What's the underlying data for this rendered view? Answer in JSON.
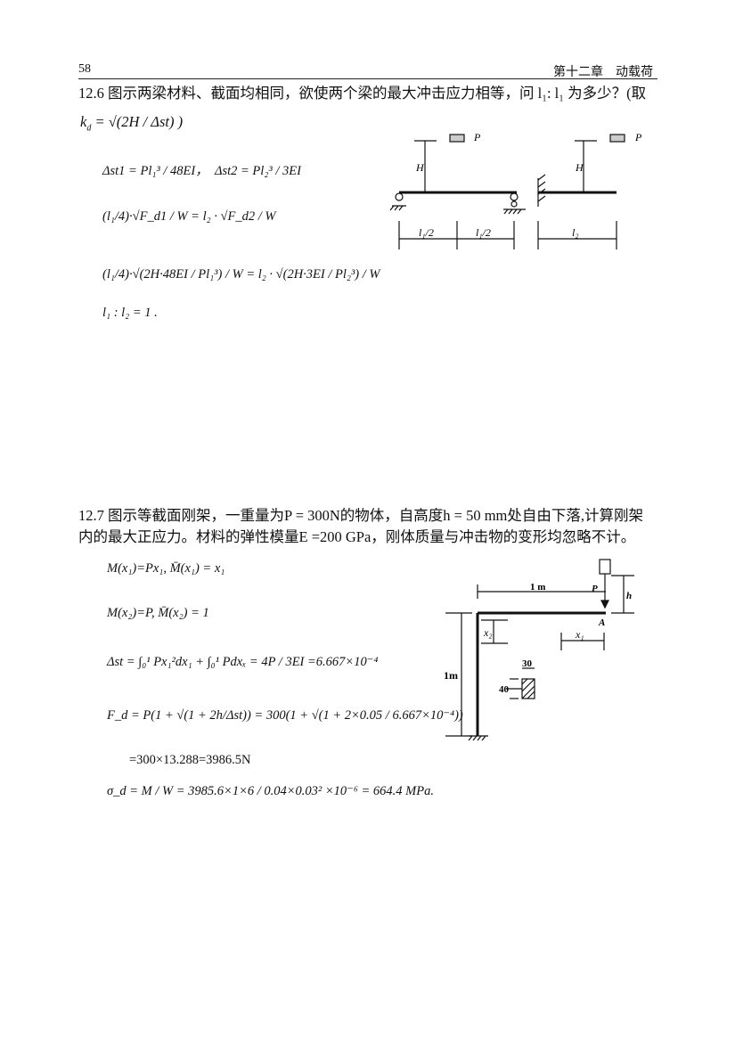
{
  "header": {
    "page_number": "58",
    "chapter": "第十二章　动载荷"
  },
  "problem_12_6": {
    "text_line1": "12.6  图示两梁材料、截面均相同，欲使两个梁的最大冲击应力相等，问 l₁: l₁ 为多少？(取",
    "text_line2_prefix": "k",
    "text_line2_formula": "= √(2H / Δst) )",
    "eq1_a": "Δst1 = Pl₁³ / 48EI，",
    "eq1_b": "Δst2 = Pl₂³ / 3EI",
    "eq2": "(l₁/4)·√F_d1 / W = l₂ · √F_d2 / W",
    "eq3": "(l₁/4)·√(2H·48EI / Pl₁³) / W = l₂ · √(2H·3EI / Pl₂³) / W",
    "result": "l₁ : l₂ = 1 .",
    "fig_labels": {
      "P1": "P",
      "P2": "P",
      "H1": "H",
      "H2": "H",
      "d1": "l₁/2",
      "d2": "l₁/2",
      "d3": "l₂"
    }
  },
  "problem_12_7": {
    "text_line1": "12.7  图示等截面刚架，一重量为P = 300N的物体，自高度h = 50 mm处自由下落,计算刚架",
    "text_line2": "内的最大正应力。材料的弹性模量E =200 GPa，刚体质量与冲击物的变形均忽略不计。",
    "eq1": "M(x₁)=Px₁,  M̄(x₁) = x₁",
    "eq2": "M(x₂)=P,  M̄(x₂) = 1",
    "eq3": "Δst = ∫₀¹ Px₁²dx₁ + ∫₀¹ Pdxₓ = 4P / 3EI =6.667×10⁻⁴",
    "eq4": "F_d = P(1 + √(1 + 2h/Δst)) = 300(1 + √(1 + 2×0.05 / 6.667×10⁻⁴))",
    "eq5": "=300×13.288=3986.5N",
    "eq6": "σ_d = M / W = 3985.6×1×6 / 0.04×0.03² ×10⁻⁶ = 664.4 MPa.",
    "fig_labels": {
      "top_len": "1 m",
      "P": "P",
      "h": "h",
      "A": "A",
      "x1": "x₁",
      "x2": "x₂",
      "left_len": "1m",
      "w30": "30",
      "h40": "40"
    }
  }
}
